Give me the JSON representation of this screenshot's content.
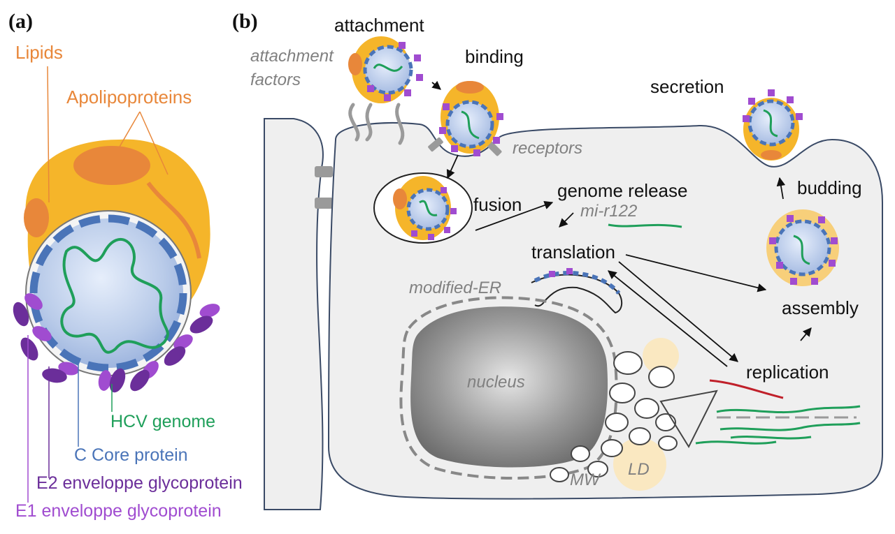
{
  "panels": {
    "a": "(a)",
    "b": "(b)"
  },
  "virion_labels": {
    "lipids": "Lipids",
    "apolipoproteins": "Apolipoproteins",
    "genome": "HCV genome",
    "core": "C Core protein",
    "e2": "E2 enveloppe glycoprotein",
    "e1": "E1 enveloppe glycoprotein"
  },
  "lifecycle_labels": {
    "attachment": "attachment",
    "attachment_factors_1": "attachment",
    "attachment_factors_2": "factors",
    "binding": "binding",
    "receptors": "receptors",
    "fusion": "fusion",
    "genome_release": "genome release",
    "mir122": "mi-r122",
    "translation": "translation",
    "modified_er": "modified-ER",
    "nucleus": "nucleus",
    "replication": "replication",
    "assembly": "assembly",
    "budding": "budding",
    "secretion": "secretion",
    "mw": "MW",
    "ld": "LD"
  },
  "colors": {
    "lipid_yellow": "#f5b52a",
    "lipid_orange": "#e8873a",
    "core_blue": "#4a74b8",
    "genome_green": "#1f9f5a",
    "e1_purple": "#a04cd0",
    "e2_purple": "#6b2e9a",
    "cell_fill": "#efefef",
    "cell_stroke": "#3a4a66",
    "rna_red": "#c0202a"
  }
}
